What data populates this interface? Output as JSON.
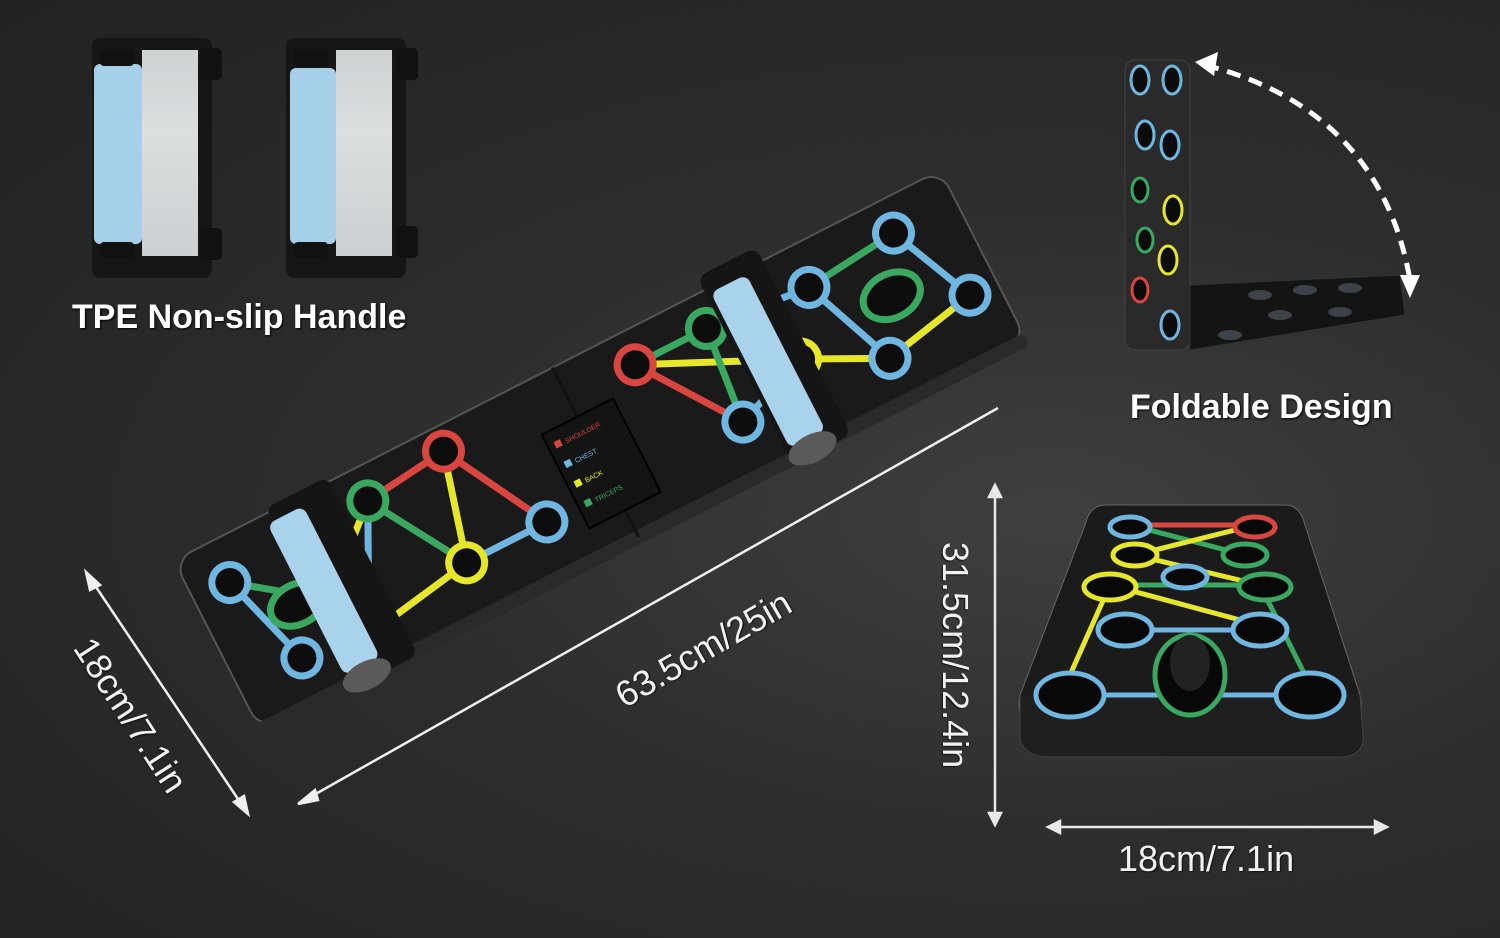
{
  "labels": {
    "handle_feature": "TPE Non-slip Handle",
    "fold_feature": "Foldable Design"
  },
  "dimensions": {
    "board_length": "63.5cm/25in",
    "board_width": "18cm/7.1in",
    "folded_length": "31.5cm/12.4in",
    "folded_width": "18cm/7.1in"
  },
  "legend": {
    "items": [
      {
        "label": "SHOULDER",
        "color": "#d9463f"
      },
      {
        "label": "CHEST",
        "color": "#6fb6e0"
      },
      {
        "label": "BACK",
        "color": "#e6e62a"
      },
      {
        "label": "TRICEPS",
        "color": "#3aa860"
      }
    ]
  },
  "colors": {
    "background": "#2d2d2d",
    "board": "#1c1c1c",
    "handle_grip": "#a9d3ec",
    "shoulder": "#d9463f",
    "chest": "#6fb6e0",
    "back": "#e6e62a",
    "triceps": "#3aa860"
  }
}
